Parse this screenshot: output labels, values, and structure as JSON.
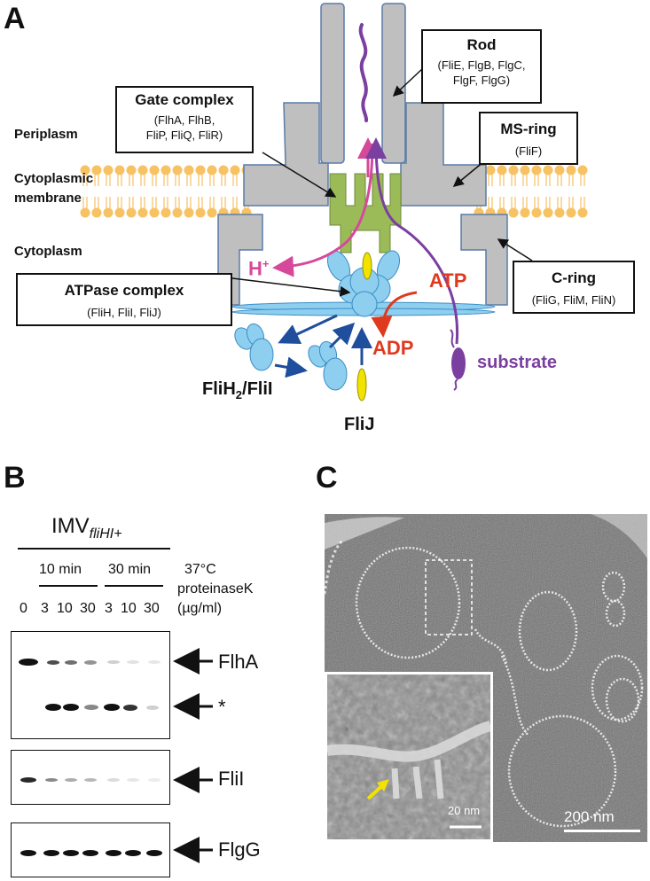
{
  "panel_a": {
    "letter": "A",
    "regions": {
      "periplasm": "Periplasm",
      "membrane_line1": "Cytoplasmic",
      "membrane_line2": "membrane",
      "cytoplasm": "Cytoplasm"
    },
    "boxes": {
      "rod": {
        "title": "Rod",
        "line1": "(FliE, FlgB, FlgC,",
        "line2": "FlgF, FlgG)"
      },
      "gate": {
        "title": "Gate complex",
        "line1": "(FlhA, FlhB,",
        "line2": "FliP, FliQ, FliR)"
      },
      "msring": {
        "title": "MS-ring",
        "line1": "(FliF)"
      },
      "atpase": {
        "title": "ATPase complex",
        "line1": "(FliH, FliI, FliJ)"
      },
      "cring": {
        "title": "C-ring",
        "line1": "(FliG, FliM, FliN)"
      }
    },
    "labels": {
      "h_plus": "H",
      "h_plus_sup": "+",
      "atp": "ATP",
      "adp": "ADP",
      "substrate": "substrate",
      "flih2_main": "FliH",
      "flih2_sub": "2",
      "flih2_rest": "/FliI",
      "flij": "FliJ"
    },
    "colors": {
      "structure_gray": "#BFBFBF",
      "gate_green": "#9BBB59",
      "atpase_blue": "#8ECFF0",
      "proton_pink": "#D6499A",
      "atp_red": "#E03A1E",
      "substrate_purple": "#7B3FA0",
      "arrow_navy": "#1F4E9C",
      "fliJ_yellow": "#F2E200",
      "lipid_orange": "#F7C263"
    }
  },
  "panel_b": {
    "letter": "B",
    "sample_main": "IMV",
    "sample_sub": "fliHI+",
    "time_labels": [
      "10 min",
      "30 min"
    ],
    "temp": "37°C",
    "enzyme": "proteinaseK",
    "conc_values": [
      "0",
      "3",
      "10",
      "30",
      "3",
      "10",
      "30"
    ],
    "conc_unit": "(µg/ml)",
    "blots": [
      {
        "label": "FlhA",
        "extra_label": "*"
      },
      {
        "label": "FliI"
      },
      {
        "label": "FlgG"
      }
    ]
  },
  "panel_c": {
    "letter": "C",
    "scale_main": "200 nm",
    "scale_inset": "20 nm"
  }
}
